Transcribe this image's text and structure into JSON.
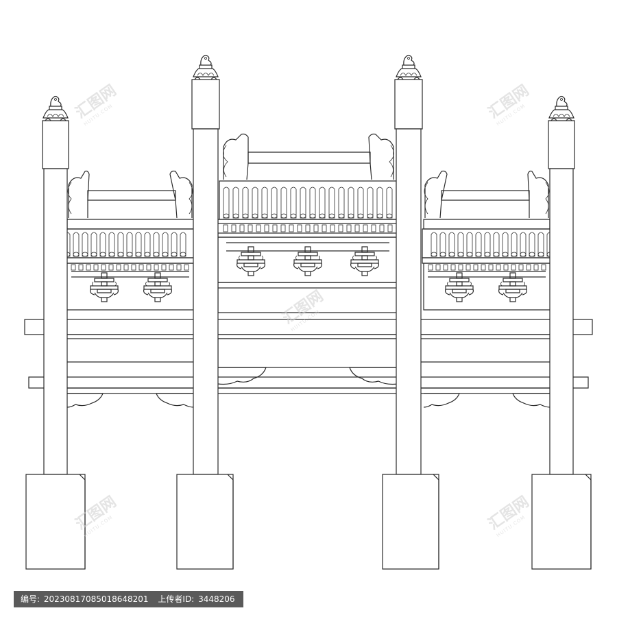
{
  "watermark": {
    "brand": "汇图网",
    "sub": "HUITU.COM"
  },
  "footer": {
    "id_label": "编号:",
    "id_value": "20230817085018648201",
    "uploader_label": "上传者ID:",
    "uploader_value": "3448206"
  },
  "colors": {
    "line": "#2a2a2a",
    "background": "#ffffff",
    "footer_bg": "#5a5a5a"
  }
}
